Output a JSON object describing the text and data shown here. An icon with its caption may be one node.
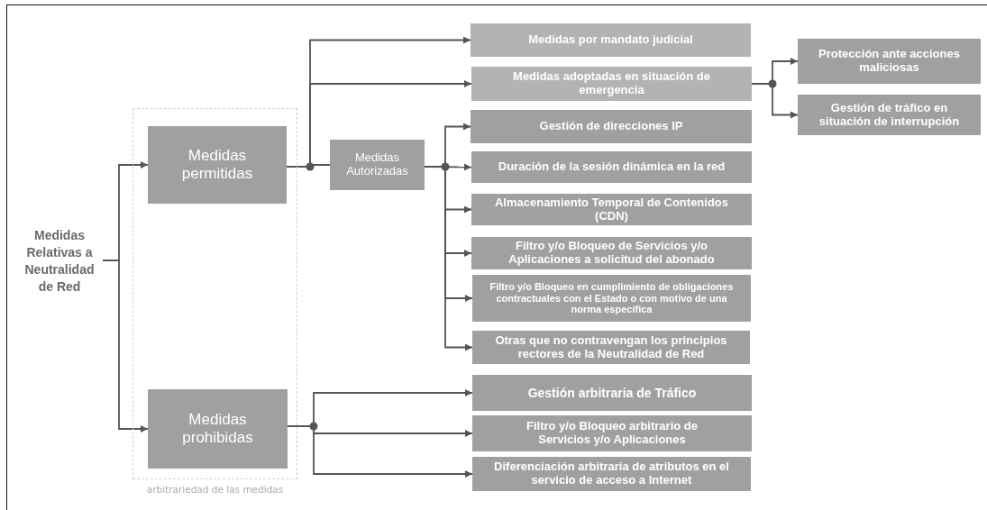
{
  "diagram": {
    "nodes": [
      {
        "text": [
          "arbitrariedad de las medidas"
        ]
      },
      {
        "text": [
          "Medidas Relativas a Neutralidad de Red"
        ]
      },
      {
        "text": [
          "Medidas permitidas"
        ],
        "in": 0
      },
      {
        "text": [
          "Medidas prohibidas"
        ],
        "in": 0
      },
      {
        "text": [
          "Medidas Autorizadas"
        ]
      },
      {
        "text": [
          "Medidas por mandato judicial"
        ]
      },
      {
        "text": [
          "Medidas adoptadas en situación de emergencia"
        ]
      },
      {
        "text": [
          "Protección ante acciones maliciosas"
        ]
      },
      {
        "text": [
          "Gestión de tráfico en situación de interrupción"
        ]
      },
      {
        "text": [
          "Gestión de direcciones IP"
        ]
      },
      {
        "text": [
          "Duración de la sesión dinámica en la red"
        ]
      },
      {
        "text": [
          "Almacenamiento Temporal de Contenidos (CDN)"
        ]
      },
      {
        "text": [
          "Filtro y/o Bloqueo de Servicios y/o Aplicaciones a solicitud del abonado"
        ]
      },
      {
        "text": [
          "Filtro y/o Bloqueo en cumplimiento de obligaciones contractuales con el Estado o con motivo de una norma especifica"
        ]
      },
      {
        "text": [
          "Otras que no contravengan los principios rectores de la Neutralidad de Red"
        ]
      },
      {
        "text": [
          "Gestión arbitraria de Tráfico"
        ]
      },
      {
        "text": [
          "Filtro y/o Bloqueo arbitrario de Servicios y/o Aplicaciones"
        ]
      },
      {
        "text": [
          "Diferenciación arbitraria de atributos en el servicio de acceso a Internet"
        ]
      }
    ],
    "edges": [
      {
        "from": 1,
        "to": 2,
        "arrow": "to"
      },
      {
        "from": 1,
        "to": 3,
        "arrow": "to"
      },
      {
        "from": 2,
        "to": 5,
        "arrow": "to"
      },
      {
        "from": 2,
        "to": 6,
        "arrow": "to"
      },
      {
        "from": 2,
        "to": 4,
        "arrow": "none"
      },
      {
        "from": 6,
        "to": 7,
        "arrow": "to"
      },
      {
        "from": 6,
        "to": 8,
        "arrow": "to"
      },
      {
        "from": 4,
        "to": 9,
        "arrow": "to"
      },
      {
        "from": 4,
        "to": 10,
        "arrow": "to"
      },
      {
        "from": 4,
        "to": 11,
        "arrow": "to"
      },
      {
        "from": 4,
        "to": 12,
        "arrow": "to"
      },
      {
        "from": 4,
        "to": 13,
        "arrow": "to"
      },
      {
        "from": 4,
        "to": 14,
        "arrow": "to"
      },
      {
        "from": 3,
        "to": 15,
        "arrow": "to"
      },
      {
        "from": 3,
        "to": 16,
        "arrow": "to"
      },
      {
        "from": 3,
        "to": 17,
        "arrow": "to"
      }
    ]
  }
}
